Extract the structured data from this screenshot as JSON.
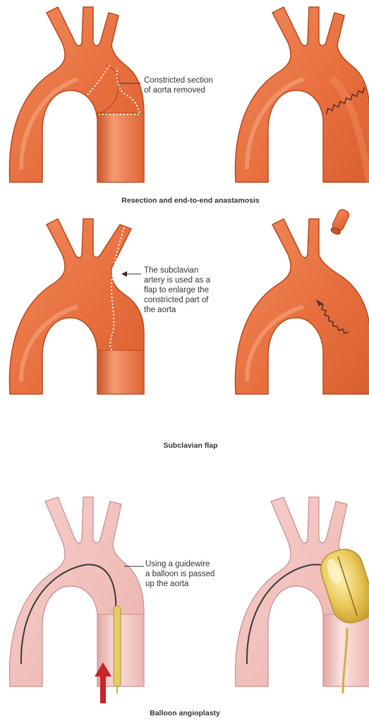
{
  "panels": [
    {
      "caption": "Resection and end-to-end anastamosis",
      "callout_lines": [
        "Constricted section",
        "of aorta removed"
      ]
    },
    {
      "caption": "Subclavian flap",
      "callout_lines": [
        "The subclavian",
        "artery is used as a",
        "flap to enlarge the",
        "constricted part of",
        "the aorta"
      ]
    },
    {
      "caption": "Balloon angioplasty",
      "callout_lines": [
        "Using a guidewire",
        "a balloon is passed",
        "up the aorta"
      ]
    }
  ],
  "colors": {
    "aorta_fill": "#E8703F",
    "aorta_edge": "#B8481F",
    "aorta_highlight": "#F4A07A",
    "pink_fill": "#F3C1BE",
    "pink_edge": "#C98C8C",
    "pink_highlight": "#FBE2DF",
    "suture": "#5A2E28",
    "guidewire": "#3A3A3A",
    "balloon_fill": "#E9C85A",
    "balloon_edge": "#B8922A",
    "catheter": "#C9B04A",
    "arrow": "#C8242B",
    "text": "#333333"
  }
}
